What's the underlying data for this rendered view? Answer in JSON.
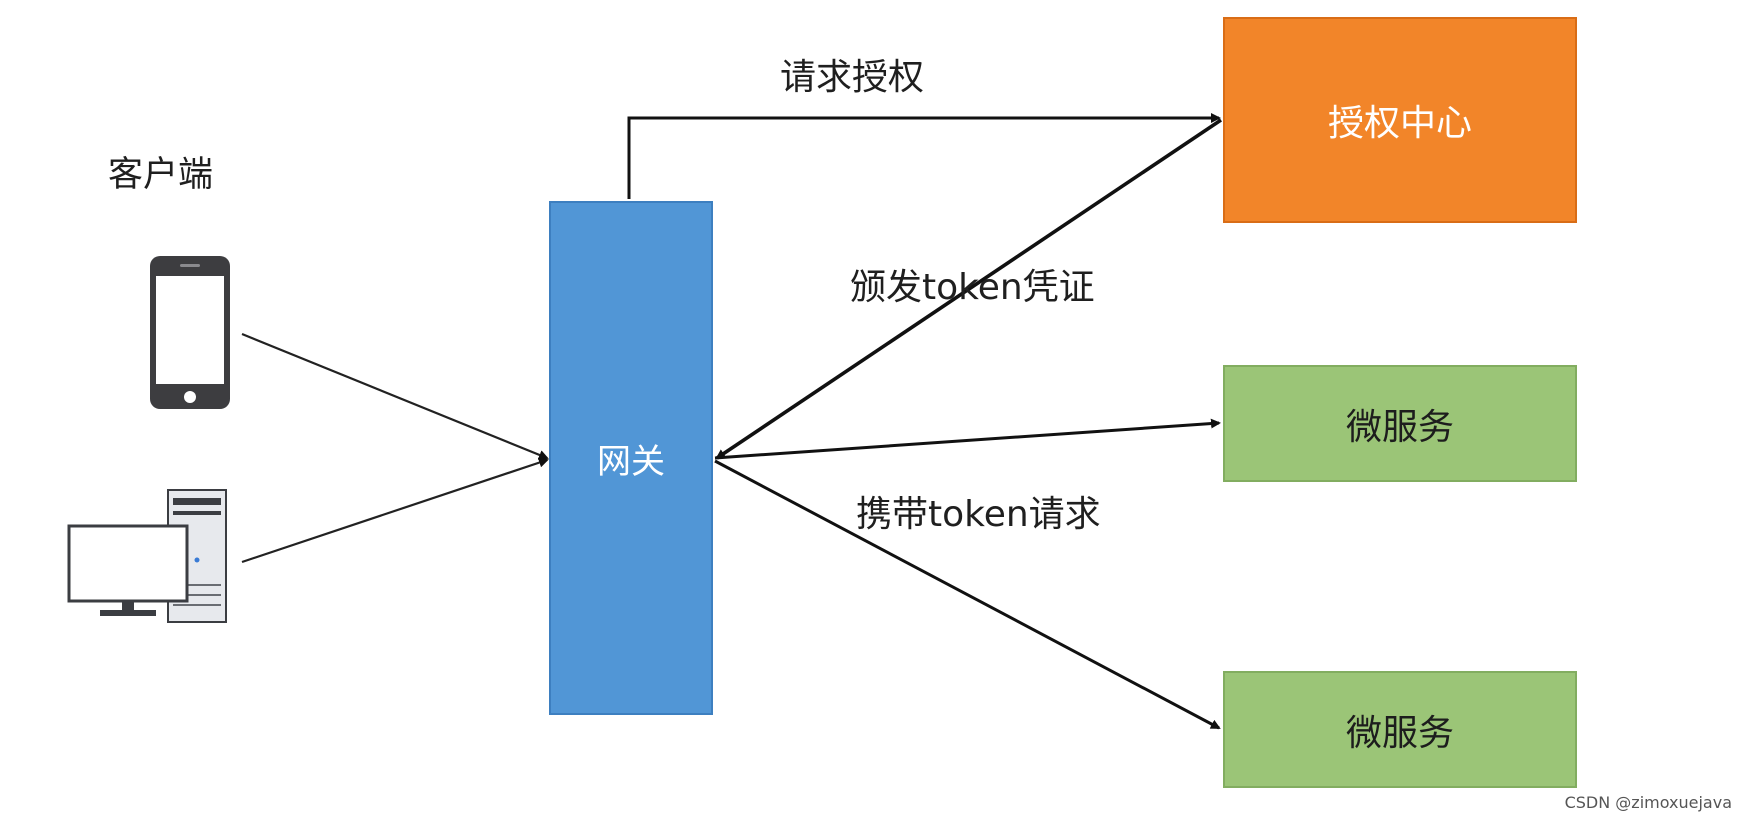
{
  "client_label": "客户端",
  "gateway": {
    "label": "网关"
  },
  "auth_center": {
    "label": "授权中心"
  },
  "microservice_1": {
    "label": "微服务"
  },
  "microservice_2": {
    "label": "微服务"
  },
  "edges": {
    "request_auth": "请求授权",
    "issue_token": "颁发token凭证",
    "carry_token": "携带token请求"
  },
  "watermark": "CSDN @zimoxuejava",
  "colors": {
    "gateway": "#5196d6",
    "auth_center": "#f28529",
    "microservice": "#9bc577"
  }
}
